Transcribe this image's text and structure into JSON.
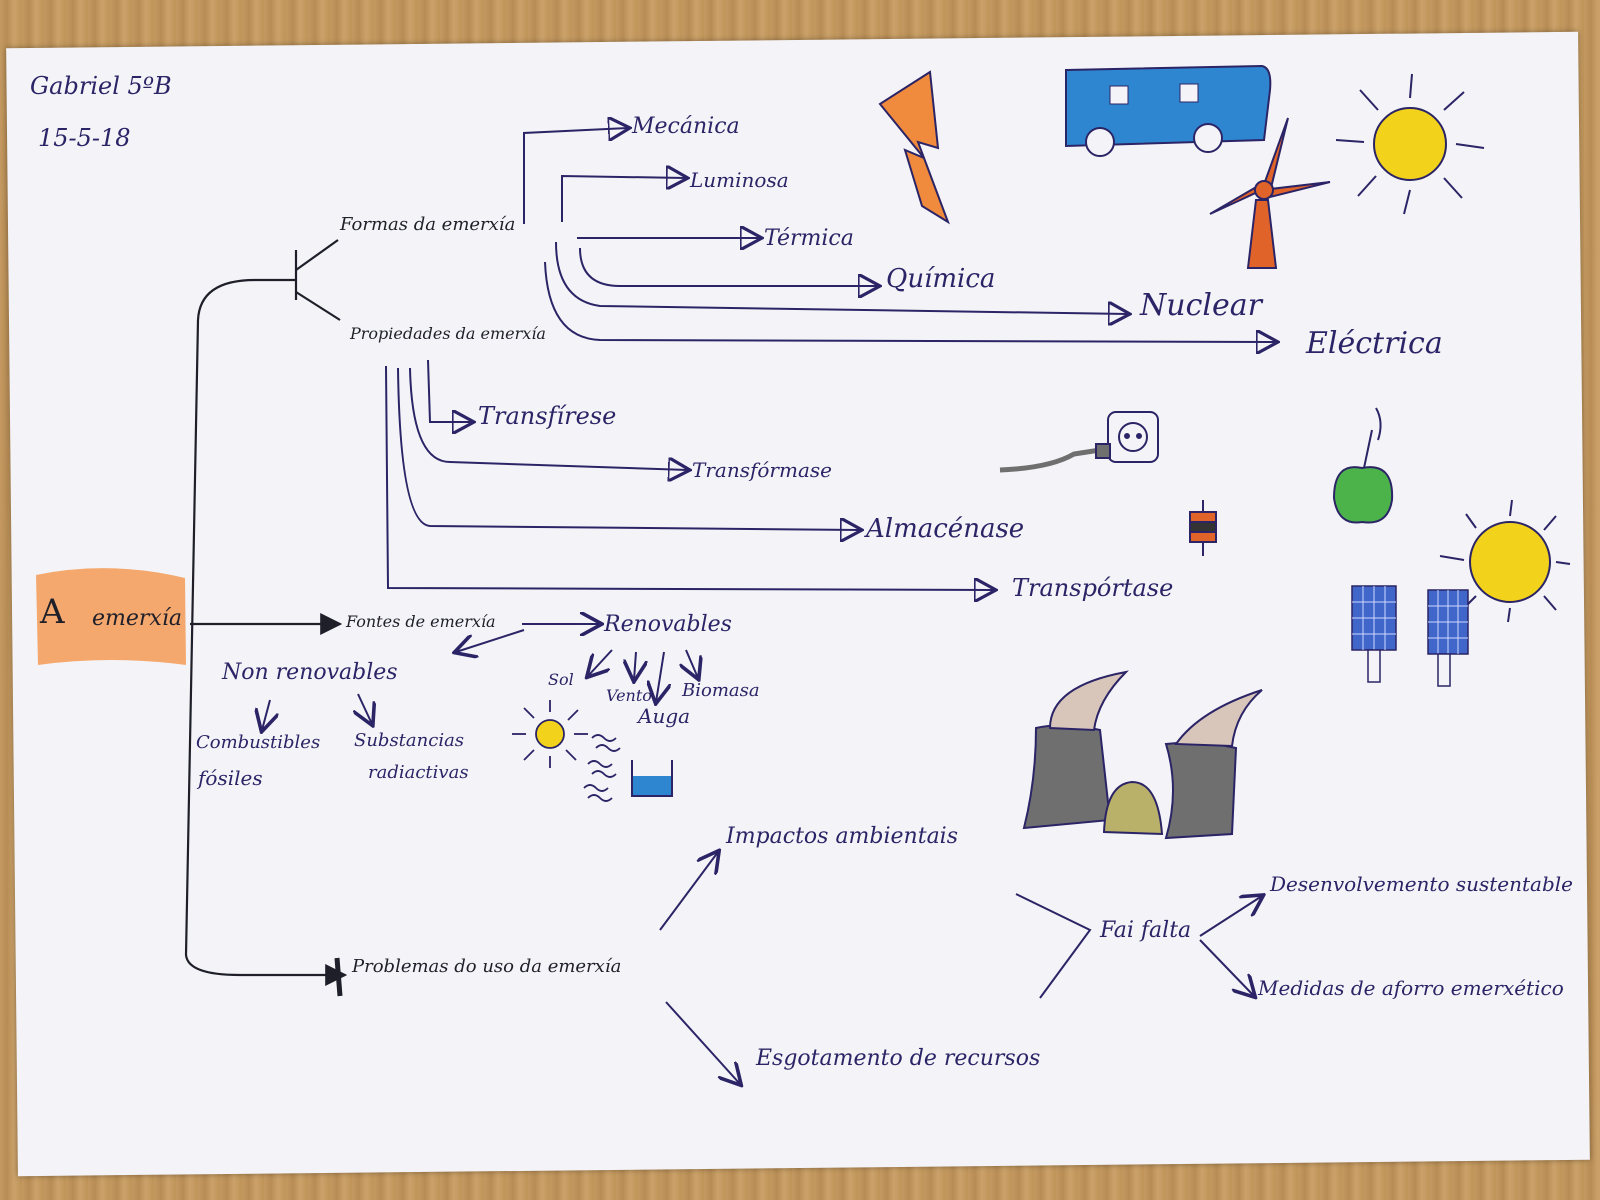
{
  "header": {
    "author": "Gabriel 5ºB",
    "date": "15-5-18"
  },
  "root": {
    "letter": "A",
    "word": "emerxía"
  },
  "formas": {
    "label": "Formas da emerxía",
    "items": [
      "Mecánica",
      "Luminosa",
      "Térmica",
      "Química",
      "Nuclear",
      "Eléctrica"
    ]
  },
  "propiedades": {
    "label": "Propiedades da emerxía",
    "items": [
      "Transfírese",
      "Transfórmase",
      "Almacénase",
      "Transpórtase"
    ]
  },
  "fontes": {
    "label": "Fontes de emerxía",
    "renovables": "Renovables",
    "renovables_items": [
      "Sol",
      "Vento",
      "Auga",
      "Biomasa"
    ],
    "non_renovables": "Non renovables",
    "combustibles": [
      "Combustibles",
      "fósiles"
    ],
    "substancias": [
      "Substancias",
      "radiactivas"
    ]
  },
  "problemas": {
    "label": "Problemas do uso da emerxía",
    "impactos": "Impactos ambientais",
    "esgotamento": "Esgotamento de recursos",
    "fai_falta": "Fai falta",
    "desenvolvemento": "Desenvolvemento sustentable",
    "medidas": "Medidas de aforro emerxético"
  },
  "colors": {
    "ink": "#2b2466",
    "black_ink": "#1f1f2a",
    "orange": "#f08a3c",
    "yellow": "#f2d21a",
    "blue": "#2f86d0",
    "green": "#4bb34a",
    "grey": "#6f6f6f",
    "paper": "#f4f4f8"
  },
  "icons": [
    "lightning-icon",
    "bus-icon",
    "wind-turbine-icon",
    "sun-icon",
    "plug-socket-icon",
    "apple-icon",
    "battery-icon",
    "solar-panel-icon",
    "power-plant-icon",
    "water-tank-icon",
    "wind-waves-icon"
  ]
}
